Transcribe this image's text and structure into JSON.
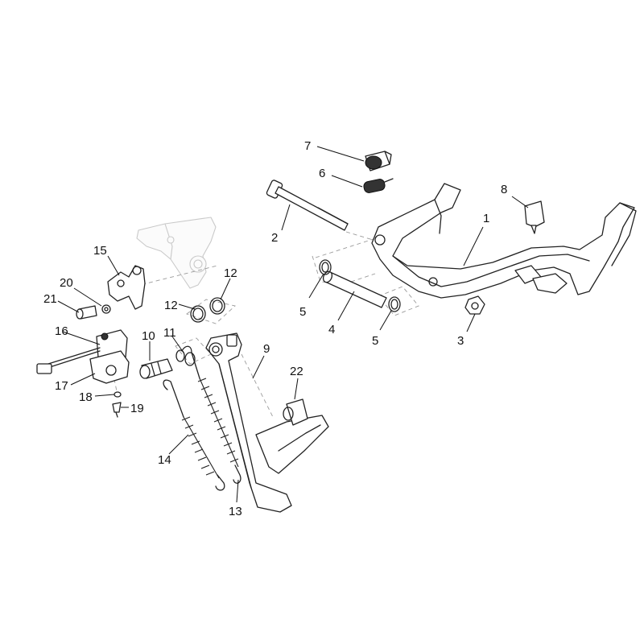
{
  "diagram": {
    "callouts": [
      {
        "id": "c1",
        "text": "1"
      },
      {
        "id": "c2",
        "text": "2"
      },
      {
        "id": "c3",
        "text": "3"
      },
      {
        "id": "c4",
        "text": "4"
      },
      {
        "id": "c5a",
        "text": "5"
      },
      {
        "id": "c5b",
        "text": "5"
      },
      {
        "id": "c6",
        "text": "6"
      },
      {
        "id": "c7",
        "text": "7"
      },
      {
        "id": "c8",
        "text": "8"
      },
      {
        "id": "c9",
        "text": "9"
      },
      {
        "id": "c10",
        "text": "10"
      },
      {
        "id": "c11",
        "text": "11"
      },
      {
        "id": "c12a",
        "text": "12"
      },
      {
        "id": "c12b",
        "text": "12"
      },
      {
        "id": "c13",
        "text": "13"
      },
      {
        "id": "c14",
        "text": "14"
      },
      {
        "id": "c15",
        "text": "15"
      },
      {
        "id": "c16",
        "text": "16"
      },
      {
        "id": "c17",
        "text": "17"
      },
      {
        "id": "c18",
        "text": "18"
      },
      {
        "id": "c19",
        "text": "19"
      },
      {
        "id": "c20",
        "text": "20"
      },
      {
        "id": "c21",
        "text": "21"
      },
      {
        "id": "c22",
        "text": "22"
      }
    ]
  }
}
